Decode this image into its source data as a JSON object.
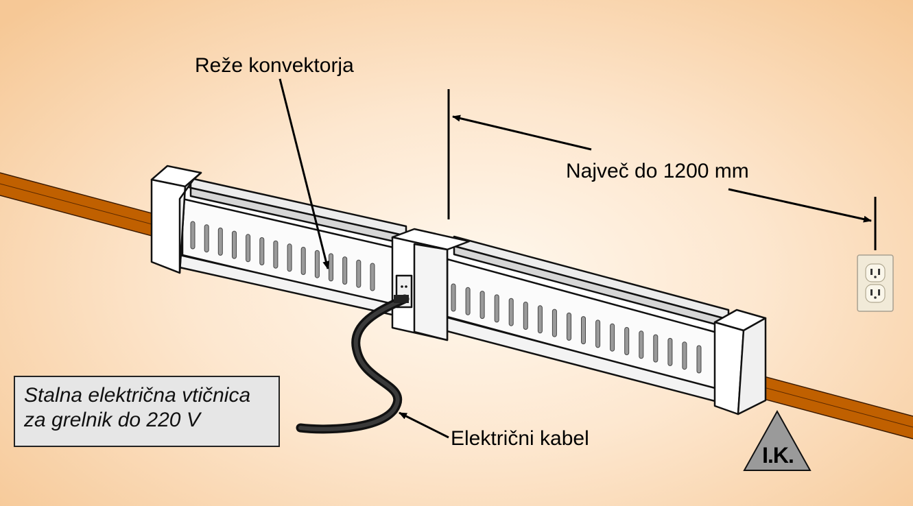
{
  "labels": {
    "convector_slots": "Reže konvektorja",
    "max_distance": "Največ do 1200 mm",
    "power_cable": "Električni kabel",
    "outlet_note_line1": "Stalna električna vtičnica",
    "outlet_note_line2": "za grelnik do 220 V",
    "ik_mark": "I.K."
  },
  "colors": {
    "baseboard": "#c06000",
    "heater_body": "#ffffff",
    "heater_outline": "#111111",
    "note_box": "#e6e6e6",
    "ik_triangle": "#9a9a9a"
  }
}
